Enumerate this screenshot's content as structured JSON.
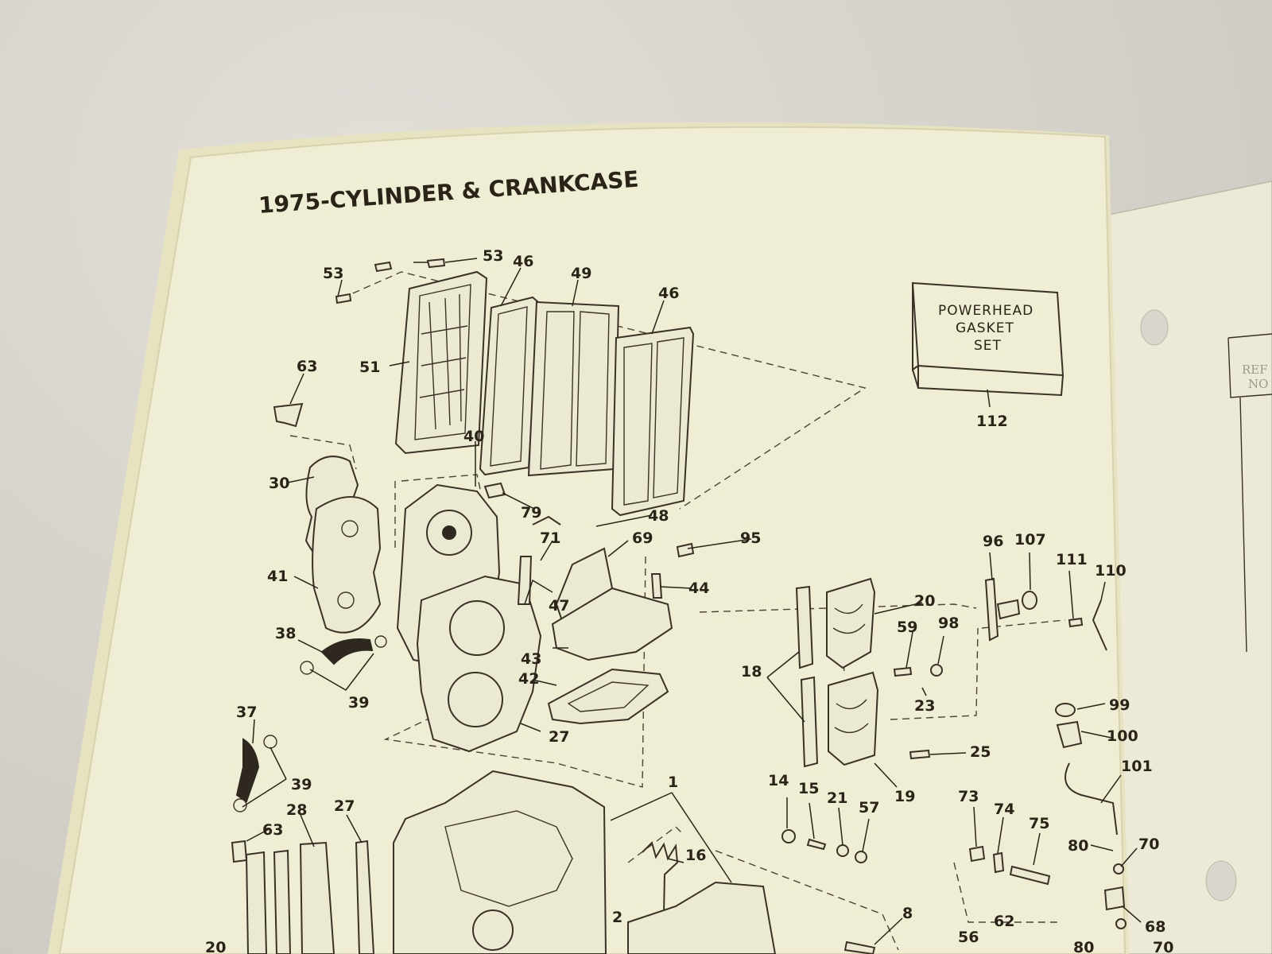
{
  "page": {
    "title": "1975-CYLINDER & CRANKCASE",
    "gasket_box": {
      "line1": "POWERHEAD",
      "line2": "GASKET",
      "line3": "SET",
      "ref": "112"
    },
    "side_table_header": {
      "line1": "REF",
      "line2": "NO"
    }
  },
  "labels": {
    "l53a": "53",
    "l53b": "53",
    "l46a": "46",
    "l49": "49",
    "l46b": "46",
    "l63a": "63",
    "l51": "51",
    "l40": "40",
    "l30": "30",
    "l79": "79",
    "l48": "48",
    "l71": "71",
    "l69": "69",
    "l95": "95",
    "l44": "44",
    "l41": "41",
    "l47": "47",
    "l38": "38",
    "l43": "43",
    "l39a": "39",
    "l42": "42",
    "l27a": "27",
    "l37": "37",
    "l39b": "39",
    "l28": "28",
    "l27b": "27",
    "l63b": "63",
    "l20a": "20",
    "l1": "1",
    "l16": "16",
    "l2": "2",
    "l96": "96",
    "l107": "107",
    "l111": "111",
    "l110": "110",
    "l20b": "20",
    "l59": "59",
    "l98": "98",
    "l18": "18",
    "l23": "23",
    "l19": "19",
    "l25": "25",
    "l99": "99",
    "l100": "100",
    "l101": "101",
    "l14": "14",
    "l15": "15",
    "l21": "21",
    "l57": "57",
    "l73": "73",
    "l74": "74",
    "l75": "75",
    "l80a": "80",
    "l70a": "70",
    "l8": "8",
    "l56": "56",
    "l62": "62",
    "l68": "68",
    "l80b": "80",
    "l70b": "70"
  }
}
